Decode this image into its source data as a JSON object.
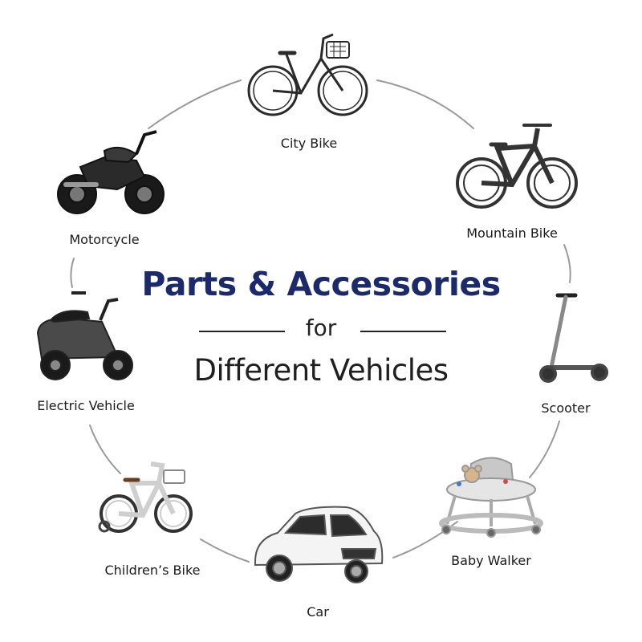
{
  "title": {
    "line1": "Parts & Accessories",
    "line2": "for",
    "line3": "Different Vehicles"
  },
  "colors": {
    "title": "#1b2a6b",
    "text": "#1a1a1a",
    "ring": "#9a9a9a",
    "vehicle_dark": "#2a2a2a",
    "vehicle_light": "#d9d9d9"
  },
  "vehicles": [
    {
      "label": "City Bike",
      "icon": "city-bike-icon"
    },
    {
      "label": "Mountain Bike",
      "icon": "mountain-bike-icon"
    },
    {
      "label": "Scooter",
      "icon": "kick-scooter-icon"
    },
    {
      "label": "Baby Walker",
      "icon": "baby-walker-icon"
    },
    {
      "label": "Car",
      "icon": "car-icon"
    },
    {
      "label": "Children’s Bike",
      "icon": "childrens-bike-icon"
    },
    {
      "label": "Electric Vehicle",
      "icon": "electric-scooter-icon"
    },
    {
      "label": "Motorcycle",
      "icon": "motorcycle-icon"
    }
  ]
}
